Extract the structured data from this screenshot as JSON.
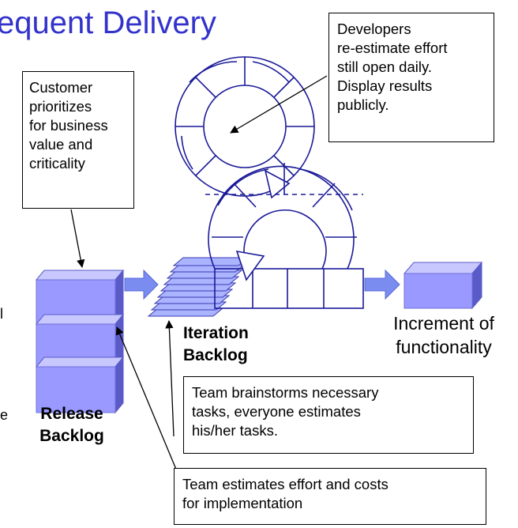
{
  "title": "equent Delivery",
  "left_edge_fragments": [
    "l",
    "e"
  ],
  "callouts": {
    "customer": "Customer\nprioritizes\nfor business\nvalue and\ncriticality",
    "developers": "Developers\nre-estimate effort\nstill open daily.\nDisplay results\npublicly.",
    "brainstorm": "Team brainstorms necessary\ntasks, everyone estimates\nhis/her tasks.",
    "estimates": "Team estimates effort and costs\nfor implementation"
  },
  "labels": {
    "release": "Release\nBacklog",
    "iteration": "Iteration\nBacklog",
    "increment": "Increment of\nfunctionality"
  },
  "colors": {
    "title": "#3333cc",
    "cube_front": "#9999ff",
    "cube_top": "#c8c8ff",
    "cube_side": "#5a5ac8",
    "cycle_stroke": "#1a1a99",
    "arrow_fill": "#7b8cf0"
  }
}
